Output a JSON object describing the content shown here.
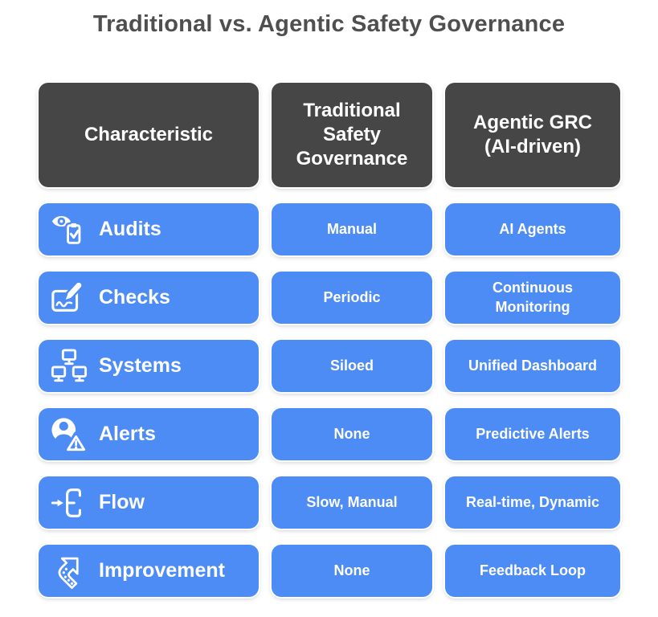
{
  "title": "Traditional vs. Agentic Safety Governance",
  "colors": {
    "accent_blue": "#4e8cf5",
    "header_dark": "#464646",
    "title_gray": "#4f4f4f",
    "cell_text": "#ffffff"
  },
  "table": {
    "headers": [
      {
        "id": "characteristic",
        "label": "Characteristic"
      },
      {
        "id": "traditional",
        "label": "Traditional Safety Governance"
      },
      {
        "id": "agentic",
        "label": "Agentic GRC (AI-driven)"
      }
    ],
    "rows": [
      {
        "icon": "audit-eye-clipboard-icon",
        "label": "Audits",
        "traditional": "Manual",
        "agentic": "AI Agents"
      },
      {
        "icon": "signature-pencil-icon",
        "label": "Checks",
        "traditional": "Periodic",
        "agentic": "Continuous Monitoring"
      },
      {
        "icon": "network-monitors-icon",
        "label": "Systems",
        "traditional": "Siloed",
        "agentic": "Unified Dashboard"
      },
      {
        "icon": "user-warning-icon",
        "label": "Alerts",
        "traditional": "None",
        "agentic": "Predictive Alerts"
      },
      {
        "icon": "flow-branch-icon",
        "label": "Flow",
        "traditional": "Slow, Manual",
        "agentic": "Real-time, Dynamic"
      },
      {
        "icon": "route-arrow-icon",
        "label": "Improvement",
        "traditional": "None",
        "agentic": "Feedback Loop"
      }
    ]
  }
}
